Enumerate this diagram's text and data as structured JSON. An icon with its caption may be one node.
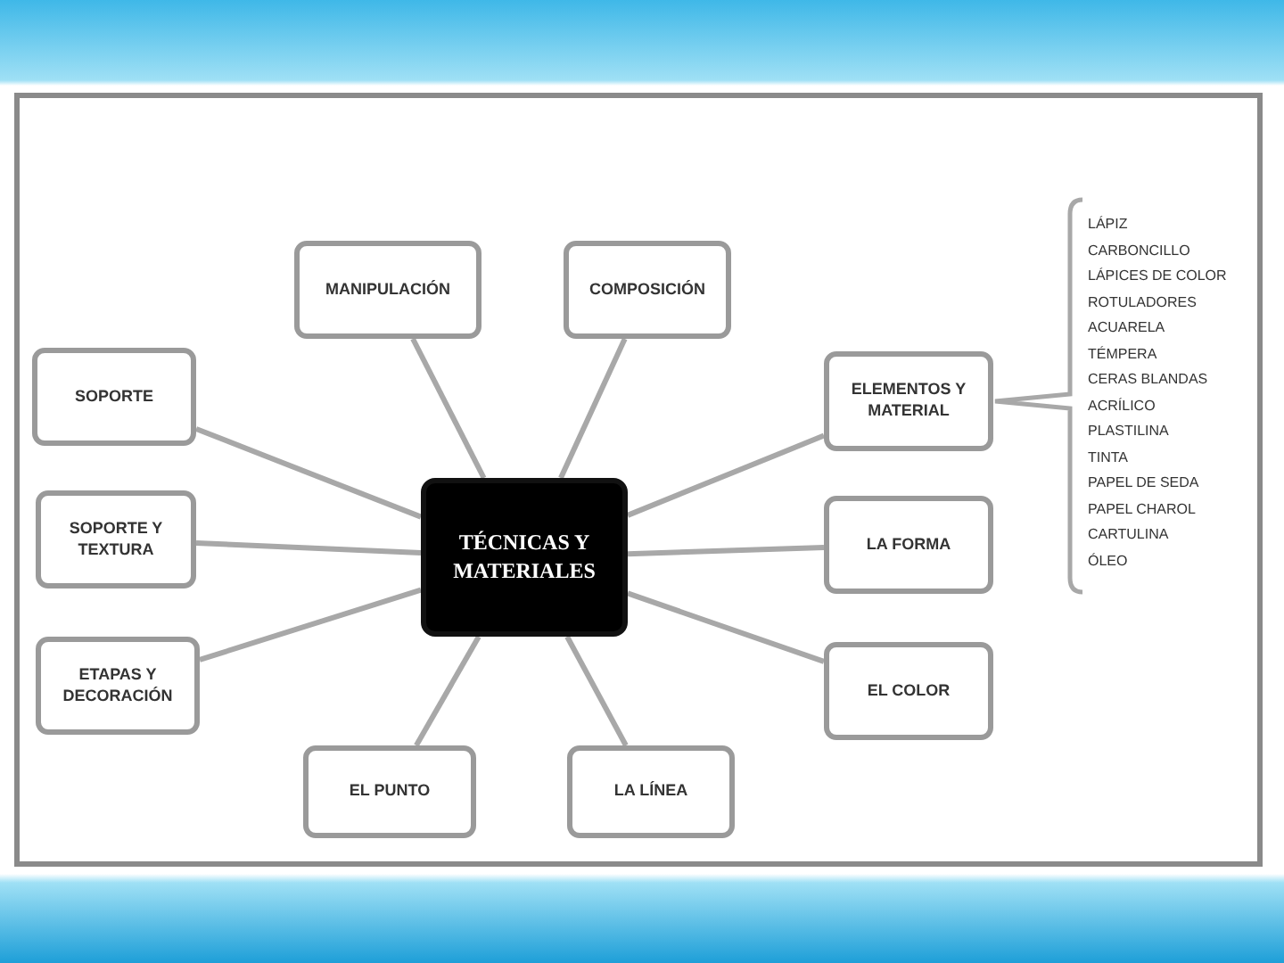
{
  "diagram": {
    "nodes": [
      {
        "text": [
          "TÉCNICAS Y MATERIALES"
        ]
      },
      {
        "text": [
          "MANIPULACIÓN"
        ]
      },
      {
        "text": [
          "COMPOSICIÓN"
        ]
      },
      {
        "text": [
          "SOPORTE"
        ]
      },
      {
        "text": [
          "SOPORTE Y TEXTURA"
        ]
      },
      {
        "text": [
          "ETAPAS Y DECORACIÓN"
        ]
      },
      {
        "text": [
          "ELEMENTOS Y MATERIAL"
        ]
      },
      {
        "text": [
          "LA FORMA"
        ]
      },
      {
        "text": [
          "EL COLOR"
        ]
      },
      {
        "text": [
          "EL PUNTO"
        ]
      },
      {
        "text": [
          "LA LÍNEA"
        ]
      }
    ],
    "edges": [
      {
        "from": 0,
        "to": 1,
        "arrow": "none"
      },
      {
        "from": 0,
        "to": 2,
        "arrow": "none"
      },
      {
        "from": 0,
        "to": 3,
        "arrow": "none"
      },
      {
        "from": 0,
        "to": 4,
        "arrow": "none"
      },
      {
        "from": 0,
        "to": 5,
        "arrow": "none"
      },
      {
        "from": 0,
        "to": 6,
        "arrow": "none"
      },
      {
        "from": 0,
        "to": 7,
        "arrow": "none"
      },
      {
        "from": 0,
        "to": 8,
        "arrow": "none"
      },
      {
        "from": 0,
        "to": 9,
        "arrow": "none"
      },
      {
        "from": 0,
        "to": 10,
        "arrow": "none"
      }
    ],
    "labels": [
      "LÁPIZ",
      "CARBONCILLO",
      "LÁPICES DE COLOR",
      "ROTULADORES",
      "ACUARELA",
      "TÉMPERA",
      "CERAS BLANDAS",
      "ACRÍLICO",
      "PLASTILINA",
      "TINTA",
      "PAPEL DE SEDA",
      "PAPEL CHAROL",
      "CARTULINA",
      "ÓLEO"
    ]
  }
}
